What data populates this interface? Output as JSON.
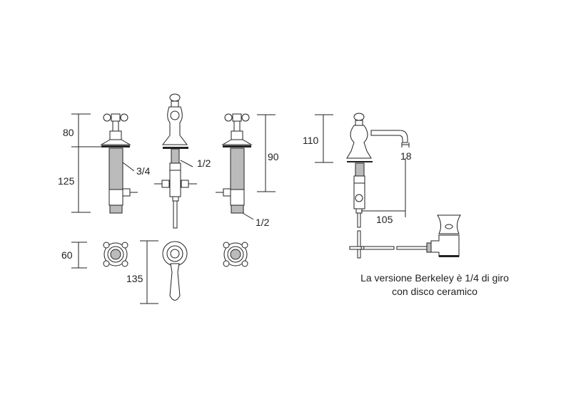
{
  "dimensions": {
    "left_top_height": "80",
    "left_body_height": "125",
    "left_thread": "3/4",
    "spout_thread": "1/2",
    "right_height": "90",
    "right_thread": "1/2",
    "rosette_height": "60",
    "lever_height": "135",
    "side_spout_height": "110",
    "side_outlet": "18",
    "side_reach": "105"
  },
  "caption": {
    "line1": "La versione Berkeley è 1/4 di giro",
    "line2": "con disco ceramico"
  }
}
